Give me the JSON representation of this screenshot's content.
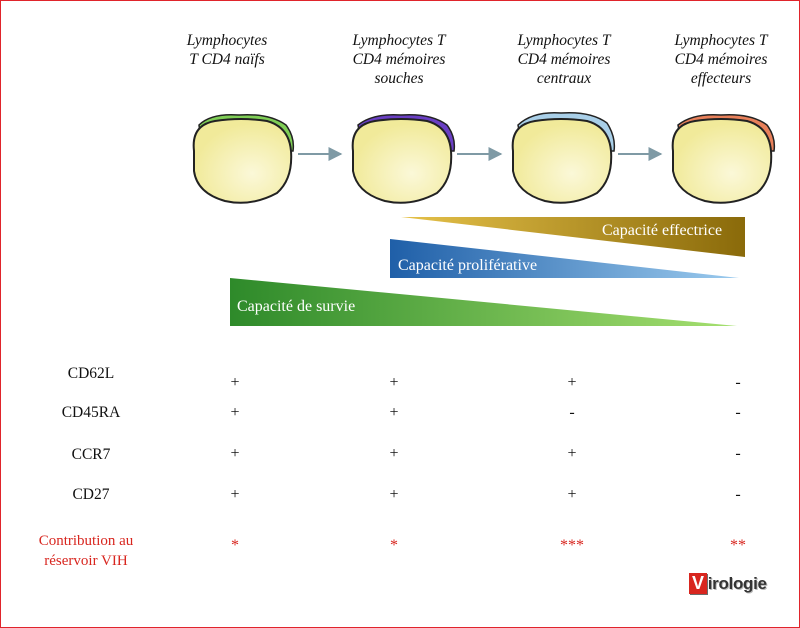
{
  "columns": [
    {
      "title": [
        "Lymphocytes",
        "T CD4 naïfs"
      ],
      "color": "#7fce56"
    },
    {
      "title": [
        "Lymphocytes T",
        "CD4 mémoires",
        "souches"
      ],
      "color": "#6a3fc4"
    },
    {
      "title": [
        "Lymphocytes T",
        "CD4 mémoires",
        "centraux"
      ],
      "color": "#a9cfe8"
    },
    {
      "title": [
        "Lymphocytes T",
        "CD4 mémoires",
        "effecteurs"
      ],
      "color": "#e8805a"
    }
  ],
  "capacities": [
    {
      "label": "Capacité effectrice",
      "from": "#c89a10",
      "to": "#8a6a0a"
    },
    {
      "label": "Capacité proliférative",
      "from": "#1f5fa8",
      "to": "#7fbde8"
    },
    {
      "label": "Capacité de survie",
      "from": "#2e8a2a",
      "to": "#8ed85a"
    }
  ],
  "markers": [
    {
      "name": "CD62L",
      "values": [
        "+",
        "+",
        "+",
        "-"
      ]
    },
    {
      "name": "CD45RA",
      "values": [
        "+",
        "+",
        "-",
        "-"
      ]
    },
    {
      "name": "CCR7",
      "values": [
        "+",
        "+",
        "+",
        "-"
      ]
    },
    {
      "name": "CD27",
      "values": [
        "+",
        "+",
        "+",
        "-"
      ]
    }
  ],
  "contribution": {
    "label": [
      "Contribution au",
      "réservoir VIH"
    ],
    "values": [
      "*",
      "*",
      "***",
      "**"
    ],
    "color": "#d8261f"
  },
  "logo": {
    "initial": "V",
    "rest": "irologie"
  }
}
